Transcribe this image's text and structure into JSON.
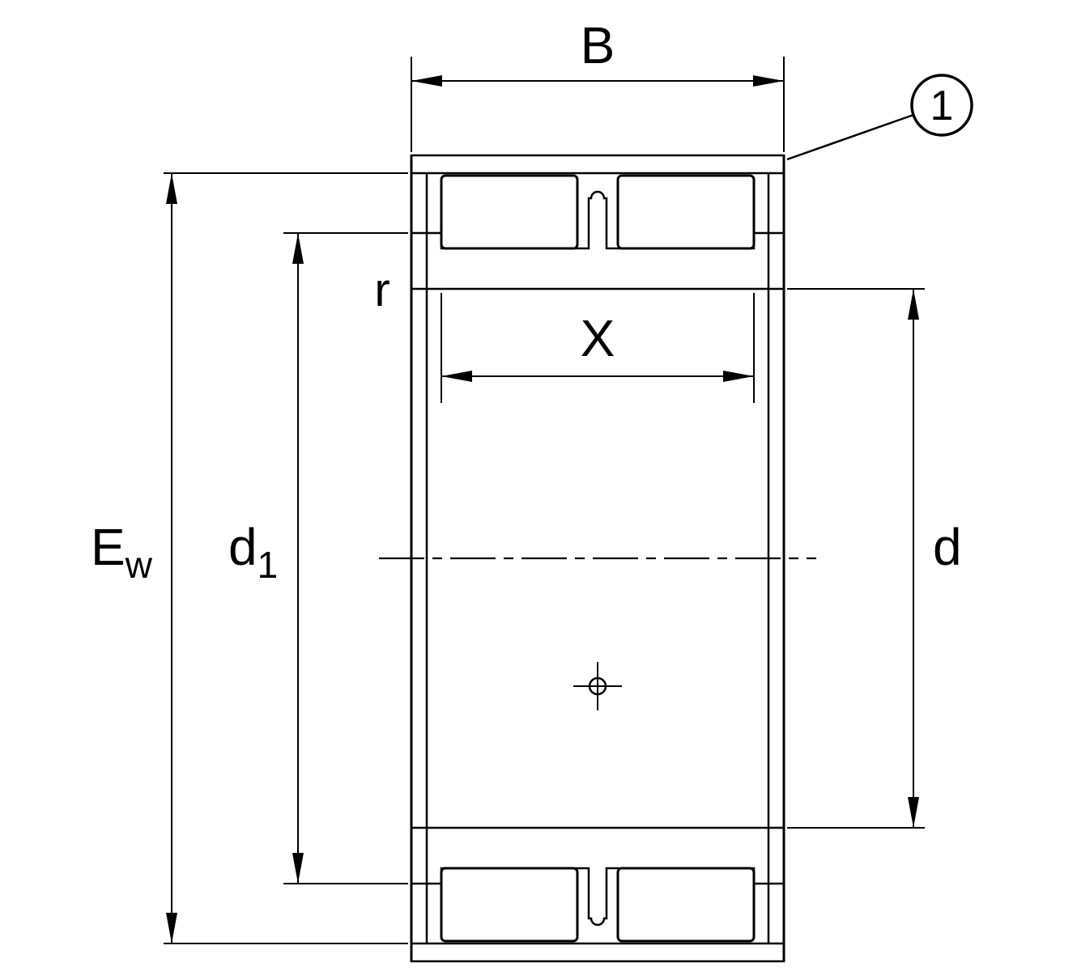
{
  "drawing": {
    "description": "Sectional drawing of a double-row full-complement cylindrical roller bearing with dimension annotations",
    "colors": {
      "background": "#ffffff",
      "line": "#000000"
    },
    "labels": {
      "width": "B",
      "roller_span": "X",
      "fillet_radius": "r",
      "bore_diameter": "d",
      "outer_raceway_main": "E",
      "outer_raceway_sub": "w",
      "shoulder_main": "d",
      "shoulder_sub": "1",
      "callout_1": "1"
    }
  }
}
